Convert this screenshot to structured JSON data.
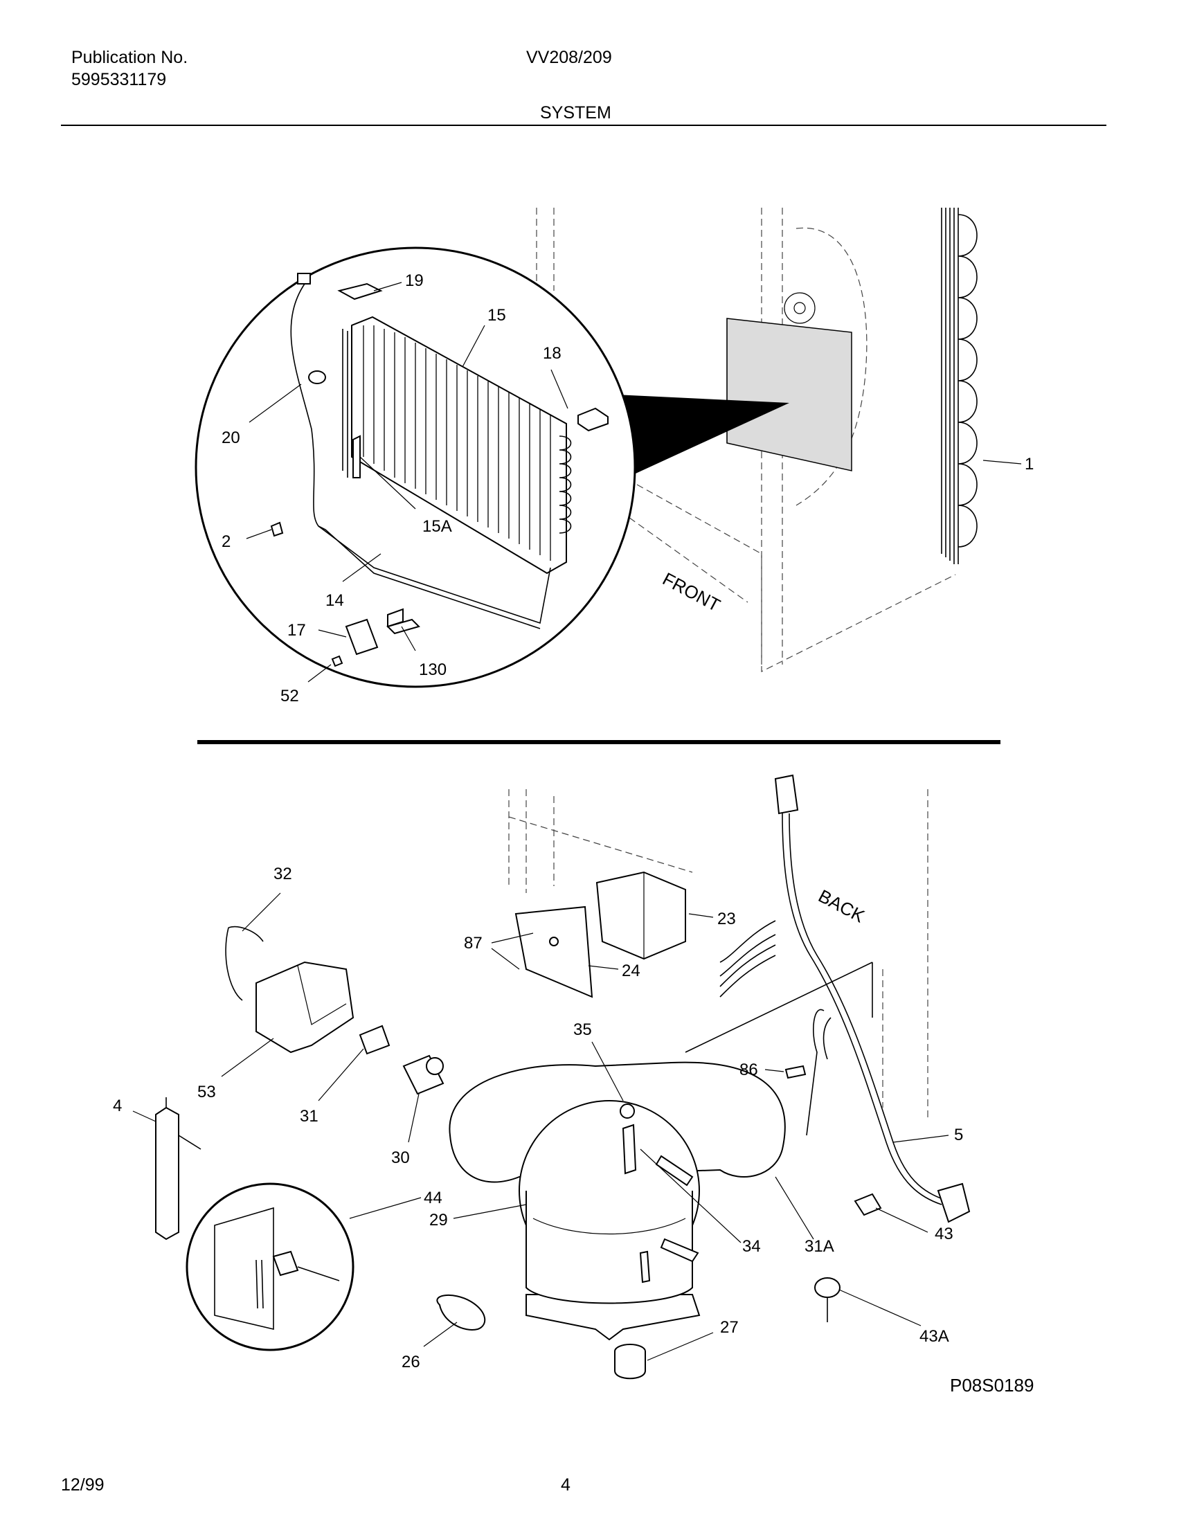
{
  "header": {
    "publication_label": "Publication No.",
    "publication_number": "5995331179",
    "model": "VV208/209",
    "section": "SYSTEM"
  },
  "diagram": {
    "direction_labels": {
      "front": "FRONT",
      "back": "BACK"
    },
    "callouts_top": [
      "19",
      "15",
      "18",
      "20",
      "15A",
      "2",
      "14",
      "17",
      "130",
      "52",
      "1"
    ],
    "callouts_bottom": [
      "32",
      "87",
      "23",
      "24",
      "53",
      "31",
      "35",
      "86",
      "4",
      "30",
      "5",
      "44",
      "29",
      "34",
      "31A",
      "43",
      "27",
      "43A",
      "26"
    ],
    "figure_id": "P08S0189"
  },
  "footer": {
    "date": "12/99",
    "page": "4"
  }
}
